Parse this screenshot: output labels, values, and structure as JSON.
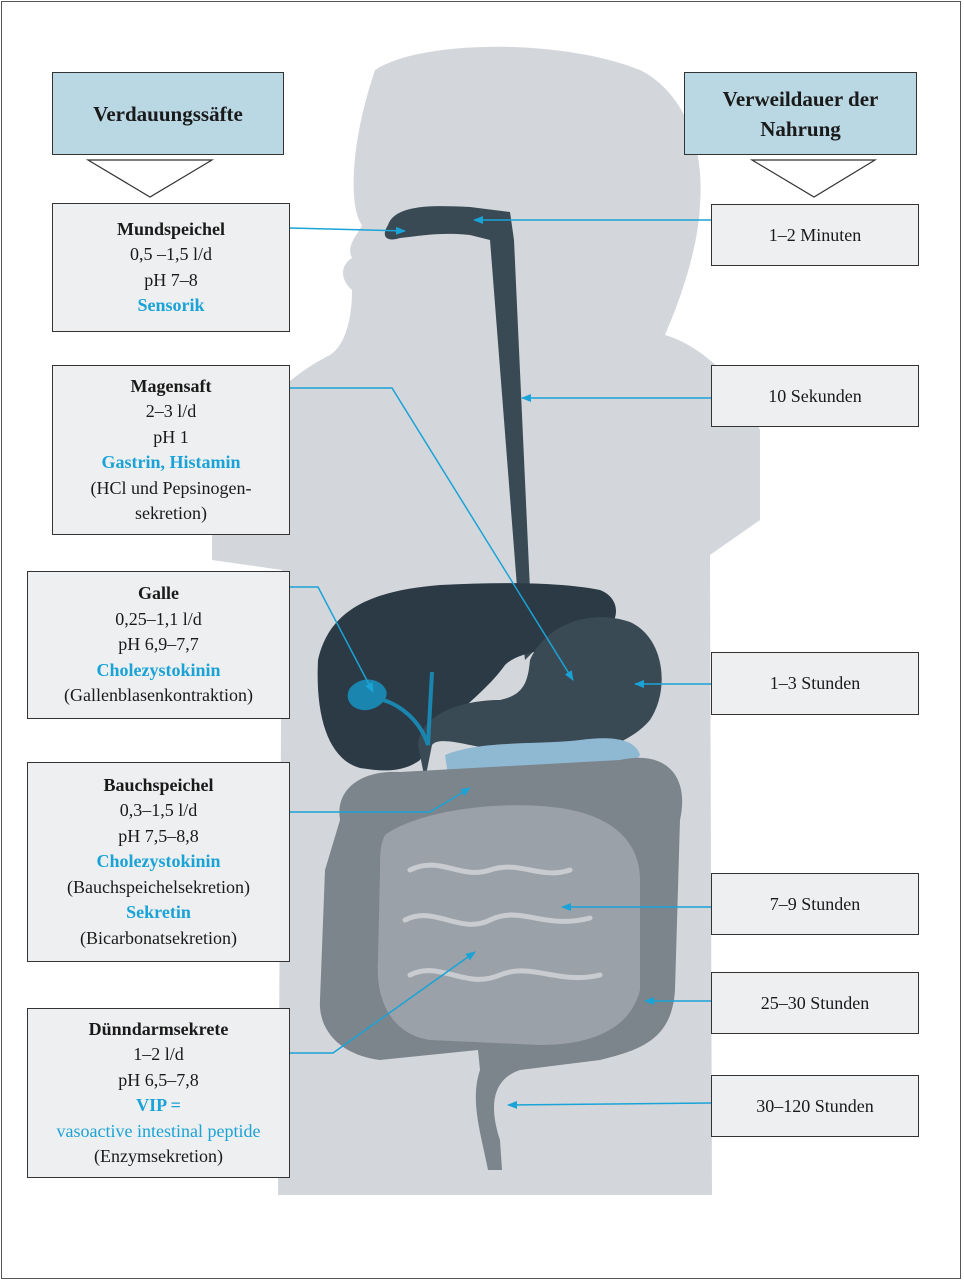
{
  "headers": {
    "left": "Verdauungssäfte",
    "right_line1": "Verweildauer der",
    "right_line2": "Nahrung"
  },
  "juices": [
    {
      "title": "Mundspeichel",
      "lines": [
        "0,5 –1,5 l/d",
        "pH 7–8"
      ],
      "hormone": "Sensorik"
    },
    {
      "title": "Magensaft",
      "lines": [
        "2–3 l/d",
        "pH 1"
      ],
      "hormone": "Gastrin, Histamin",
      "note1": "(HCl und Pepsinogen-",
      "note2": "sekretion)"
    },
    {
      "title": "Galle",
      "lines": [
        "0,25–1,1 l/d",
        "pH 6,9–7,7"
      ],
      "hormone": "Cholezystokinin",
      "note1": "(Gallenblasenkontraktion)"
    },
    {
      "title": "Bauchspeichel",
      "lines": [
        "0,3–1,5 l/d",
        "pH 7,5–8,8"
      ],
      "hormone": "Cholezystokinin",
      "note1": "(Bauchspeichelsekretion)",
      "hormone2": "Sekretin",
      "note2": "(Bicarbonatsekretion)"
    },
    {
      "title": "Dünndarmsekrete",
      "lines": [
        "1–2 l/d",
        "pH 6,5–7,8"
      ],
      "hormone": "VIP =",
      "hormone_desc": "vasoactive intestinal peptide",
      "note1": "(Enzymsekretion)"
    }
  ],
  "durations": [
    "1–2 Minuten",
    "10 Sekunden",
    "1–3 Stunden",
    "7–9 Stunden",
    "25–30 Stunden",
    "30–120 Stunden"
  ],
  "colors": {
    "header_fill": "#b9d8e4",
    "box_fill": "#eeeff0",
    "accent": "#1aa3d6",
    "body_silhouette": "#d3d7dc",
    "organ_dark": "#3a4a55",
    "intestine": "#8e969d",
    "pancreas": "#8fb9d3"
  }
}
